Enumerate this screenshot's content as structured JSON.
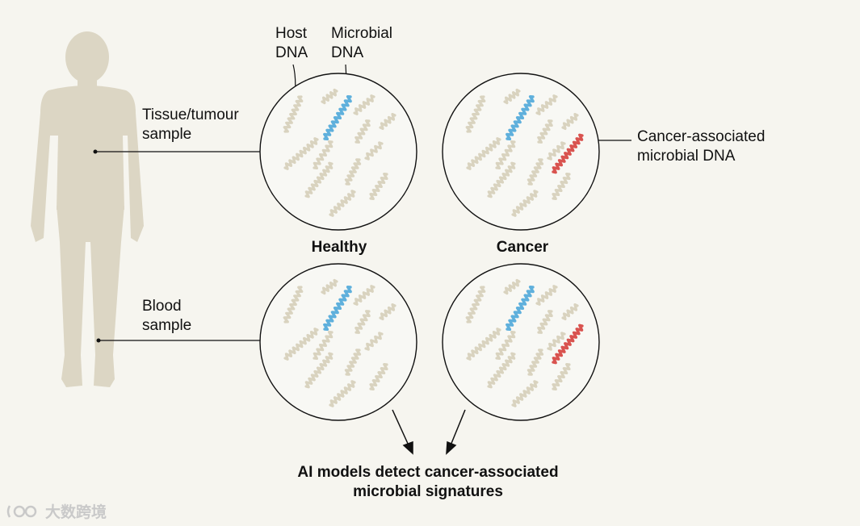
{
  "labels": {
    "host_dna": "Host\nDNA",
    "microbial_dna": "Microbial\nDNA",
    "tissue_sample": "Tissue/tumour\nsample",
    "blood_sample": "Blood\nsample",
    "cancer_dna": "Cancer-associated\nmicrobial DNA",
    "healthy": "Healthy",
    "cancer": "Cancer",
    "conclusion": "AI models detect cancer-associated\nmicrobial signatures"
  },
  "watermark": {
    "text": "大数跨境",
    "icon": "logo-icon"
  },
  "colors": {
    "background": "#f6f5ef",
    "body_silhouette": "#dcd6c4",
    "host_dna": "#d9d3bf",
    "microbial_dna": "#5fb0dc",
    "cancer_dna": "#d9534f",
    "outline": "#111111"
  }
}
